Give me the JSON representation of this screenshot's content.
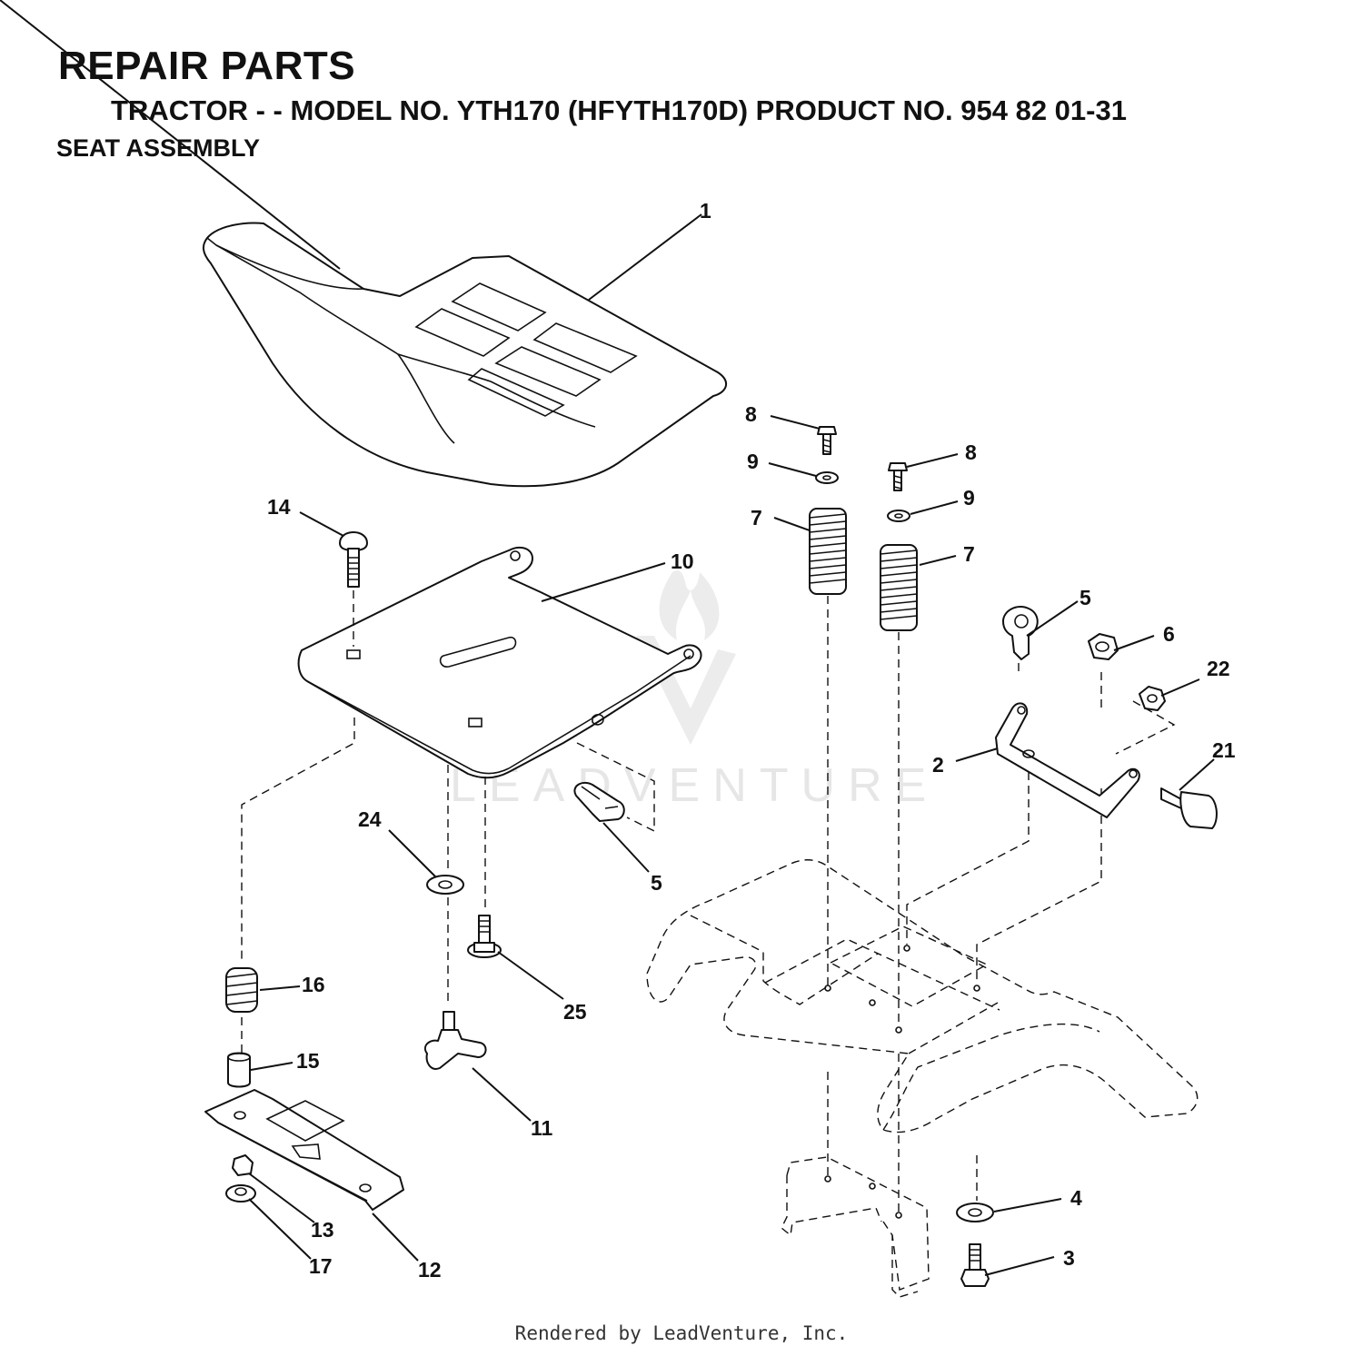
{
  "header": {
    "title": "REPAIR PARTS",
    "subtitle": "TRACTOR - - MODEL NO. YTH170 (HFYTH170D) PRODUCT NO. 954 82 01-31",
    "section": "SEAT ASSEMBLY"
  },
  "watermark": "LEADVENTURE",
  "callouts": [
    {
      "id": "c1",
      "label": "1"
    },
    {
      "id": "c2",
      "label": "2"
    },
    {
      "id": "c3",
      "label": "3"
    },
    {
      "id": "c4",
      "label": "4"
    },
    {
      "id": "c5a",
      "label": "5"
    },
    {
      "id": "c5b",
      "label": "5"
    },
    {
      "id": "c6",
      "label": "6"
    },
    {
      "id": "c7a",
      "label": "7"
    },
    {
      "id": "c7b",
      "label": "7"
    },
    {
      "id": "c8a",
      "label": "8"
    },
    {
      "id": "c8b",
      "label": "8"
    },
    {
      "id": "c9a",
      "label": "9"
    },
    {
      "id": "c9b",
      "label": "9"
    },
    {
      "id": "c10",
      "label": "10"
    },
    {
      "id": "c11",
      "label": "11"
    },
    {
      "id": "c12",
      "label": "12"
    },
    {
      "id": "c13",
      "label": "13"
    },
    {
      "id": "c14",
      "label": "14"
    },
    {
      "id": "c15",
      "label": "15"
    },
    {
      "id": "c16",
      "label": "16"
    },
    {
      "id": "c17",
      "label": "17"
    },
    {
      "id": "c21",
      "label": "21"
    },
    {
      "id": "c22",
      "label": "22"
    },
    {
      "id": "c24",
      "label": "24"
    },
    {
      "id": "c25",
      "label": "25"
    }
  ],
  "footer": "Rendered by LeadVenture, Inc."
}
